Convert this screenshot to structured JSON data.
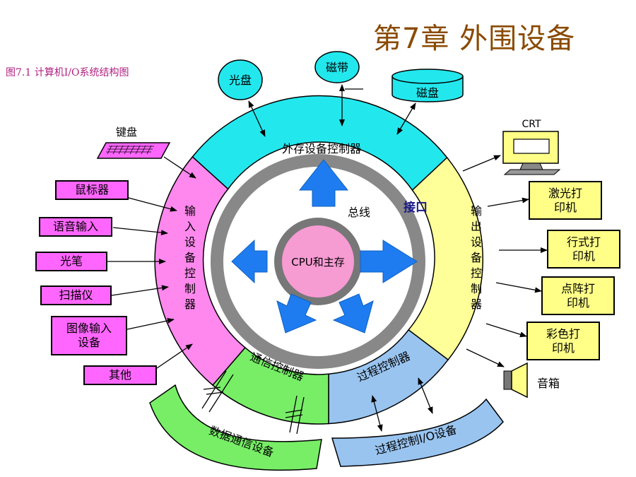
{
  "title": "第7章  外围设备",
  "caption": "图7.1 计算机I/O系统结构图",
  "center": {
    "core": "CPU和主存",
    "bus": "总线",
    "interface": "接口"
  },
  "controllers": {
    "storage": "外存设备控制器",
    "input": "输入设备控制器",
    "output": "输出设备控制器",
    "comm": "通信控制器",
    "process": "过程控制器"
  },
  "storage_devices": {
    "optical": "光盘",
    "tape": "磁带",
    "disk": "磁盘"
  },
  "input_devices": {
    "keyboard": "键盘",
    "mouse": "鼠标器",
    "voice": "语音输入",
    "lightpen": "光笔",
    "scanner": "扫描仪",
    "image": "图像输入设备",
    "other": "其他"
  },
  "output_devices": {
    "crt": "CRT",
    "laser": "激光打印机",
    "line": "行式打印机",
    "dot": "点阵打印机",
    "color": "彩色打印机",
    "speaker": "音箱"
  },
  "comm_device": "数据通信设备",
  "process_device": "过程控制I/O设备",
  "colors": {
    "cyan": "#22e8ee",
    "pink": "#ff88ee",
    "yellow": "#ffff99",
    "green": "#77ee66",
    "blue": "#99c4f0",
    "gray": "#888888",
    "core": "#f79bd3",
    "arrow": "#1e7cf0",
    "title": "#8a4a00"
  }
}
